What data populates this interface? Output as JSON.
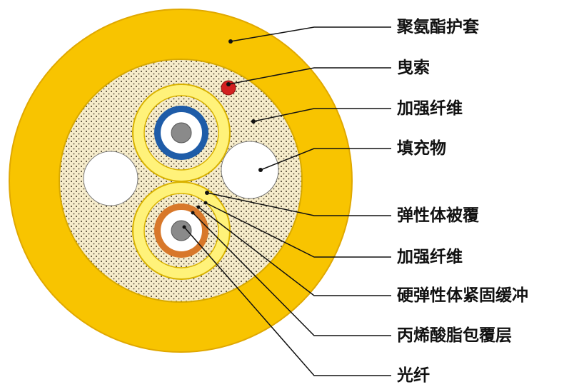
{
  "labels": {
    "outer_jacket": "聚氨酯护套",
    "ripcord": "曳索",
    "strength_member_1": "加强纤维",
    "filler": "填充物",
    "elastomer_sheath": "弹性体被覆",
    "strength_member_2": "加强纤维",
    "tight_buffer": "硬弹性体紧固缓冲",
    "acrylate_coating": "丙烯酸脂包覆层",
    "optical_fiber": "光纤"
  },
  "colors": {
    "jacket": "#f8c400",
    "jacket_edge": "#e0a800",
    "core_fill": "#f6eccb",
    "sub_sheath": "#fff27a",
    "sub_sheath_edge": "#d9b200",
    "buffer_blue": "#1e5ca8",
    "buffer_orange": "#d8782a",
    "fiber_gray": "#8a8a8a",
    "ripcord": "#d32020",
    "leader_line": "#111111"
  }
}
